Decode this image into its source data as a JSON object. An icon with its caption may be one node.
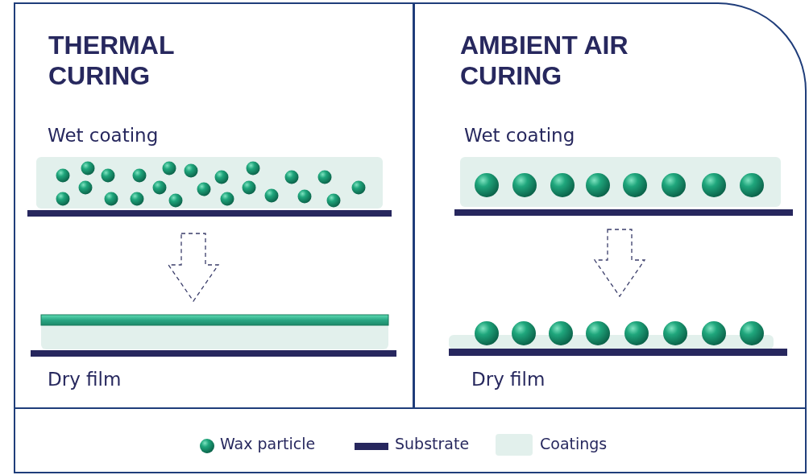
{
  "diagram": {
    "nodes": [
      {
        "text": [
          "THERMAL CURING"
        ]
      },
      {
        "text": [
          "AMBIENT AIR CURING"
        ]
      },
      {
        "text": [
          "Wet coating"
        ],
        "in": 0
      },
      {
        "text": [
          "Dry film"
        ],
        "in": 0
      },
      {
        "text": [
          "Wet coating"
        ],
        "in": 1
      },
      {
        "text": [
          "Dry film"
        ],
        "in": 1
      }
    ],
    "edges": [
      {
        "from": 2,
        "to": 3,
        "arrow": "to",
        "style": "dashed"
      },
      {
        "from": 4,
        "to": 5,
        "arrow": "to",
        "style": "dashed"
      }
    ],
    "legend": [
      {
        "text": "Wax particle"
      },
      {
        "text": "Substrate",
        "color": "#27275e"
      },
      {
        "text": "Coatings",
        "color": "#e2f0ec"
      }
    ]
  }
}
